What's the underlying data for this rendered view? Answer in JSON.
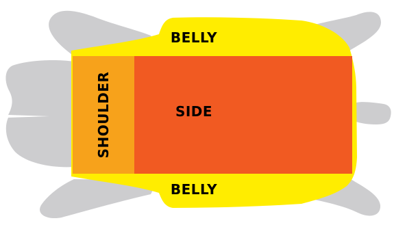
{
  "regions": {
    "belly_top": {
      "label": "BELLY",
      "color": "#FFED00"
    },
    "belly_bottom": {
      "label": "BELLY",
      "color": "#FFED00"
    },
    "shoulder": {
      "label": "SHOULDER",
      "color": "#F7A21B"
    },
    "side": {
      "label": "SIDE",
      "color": "#F15A22"
    }
  },
  "hide": {
    "color": "#CDCDCF"
  },
  "label_color": "#000000"
}
